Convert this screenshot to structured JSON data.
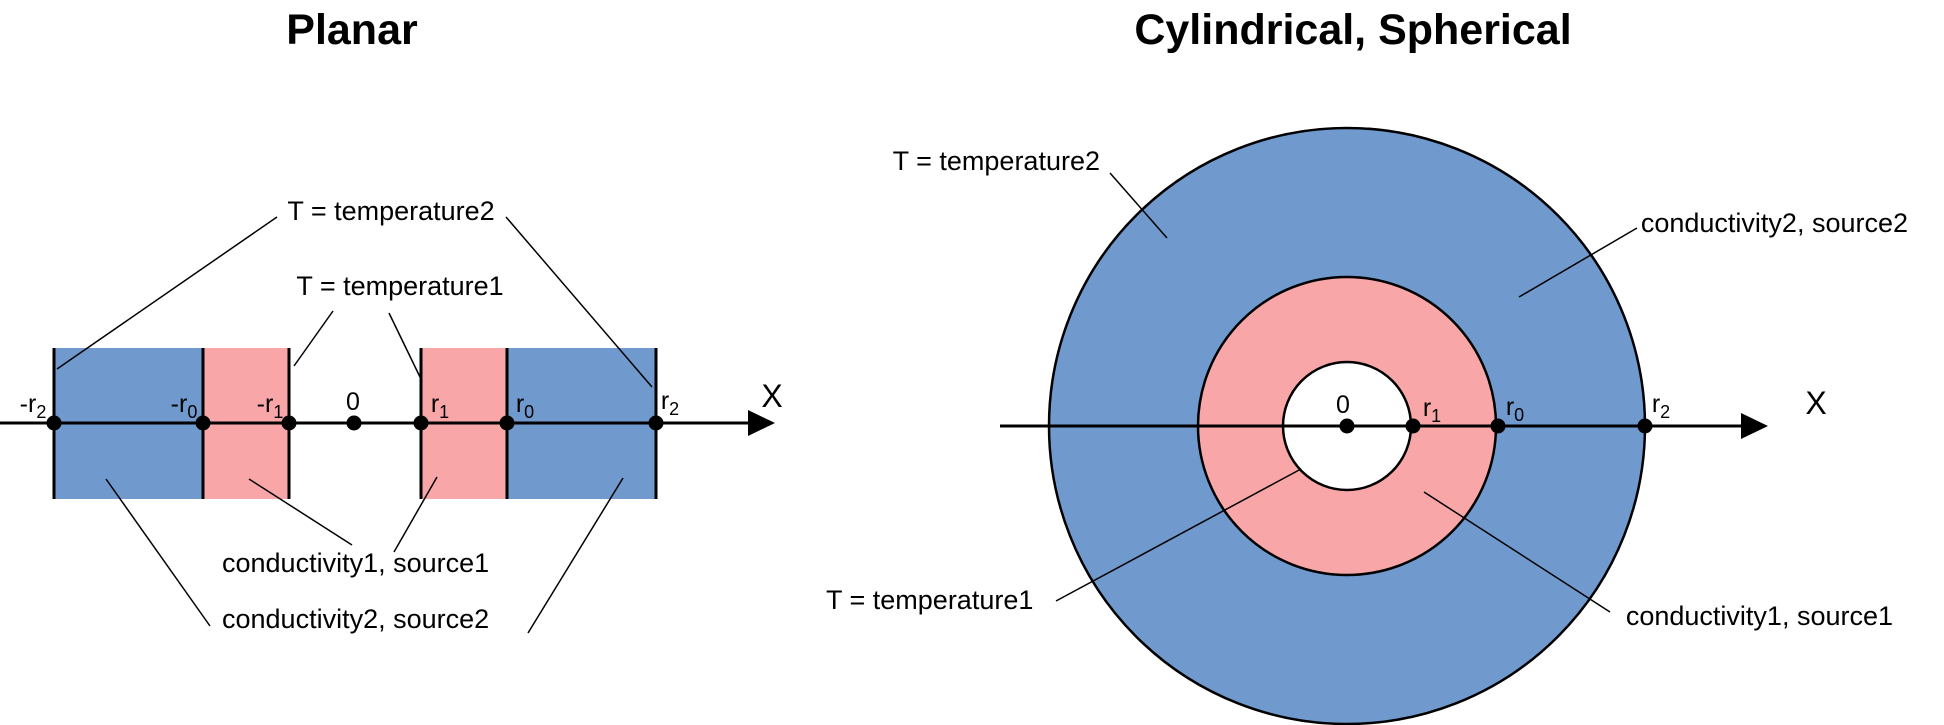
{
  "colors": {
    "region_blue": "#7099CE",
    "region_pink": "#F8A6A8",
    "outline": "#000000",
    "background": "#FFFFFF"
  },
  "left_diagram": {
    "title": "Planar",
    "axis_label": "X",
    "ticks": {
      "neg_r2": {
        "base": "-r",
        "sub": "2"
      },
      "neg_r0": {
        "base": "-r",
        "sub": "0"
      },
      "neg_r1": {
        "base": "-r",
        "sub": "1"
      },
      "origin": "0",
      "r1": {
        "base": "r",
        "sub": "1"
      },
      "r0": {
        "base": "r",
        "sub": "0"
      },
      "r2": {
        "base": "r",
        "sub": "2"
      }
    },
    "annotations": {
      "temperature2": "T = temperature2",
      "temperature1": "T = temperature1",
      "conductivity1": "conductivity1, source1",
      "conductivity2": "conductivity2, source2"
    }
  },
  "right_diagram": {
    "title": "Cylindrical, Spherical",
    "axis_label": "X",
    "ticks": {
      "origin": "0",
      "r1": {
        "base": "r",
        "sub": "1"
      },
      "r0": {
        "base": "r",
        "sub": "0"
      },
      "r2": {
        "base": "r",
        "sub": "2"
      }
    },
    "annotations": {
      "temperature2": "T = temperature2",
      "temperature1": "T = temperature1",
      "conductivity1": "conductivity1, source1",
      "conductivity2": "conductivity2, source2"
    }
  }
}
